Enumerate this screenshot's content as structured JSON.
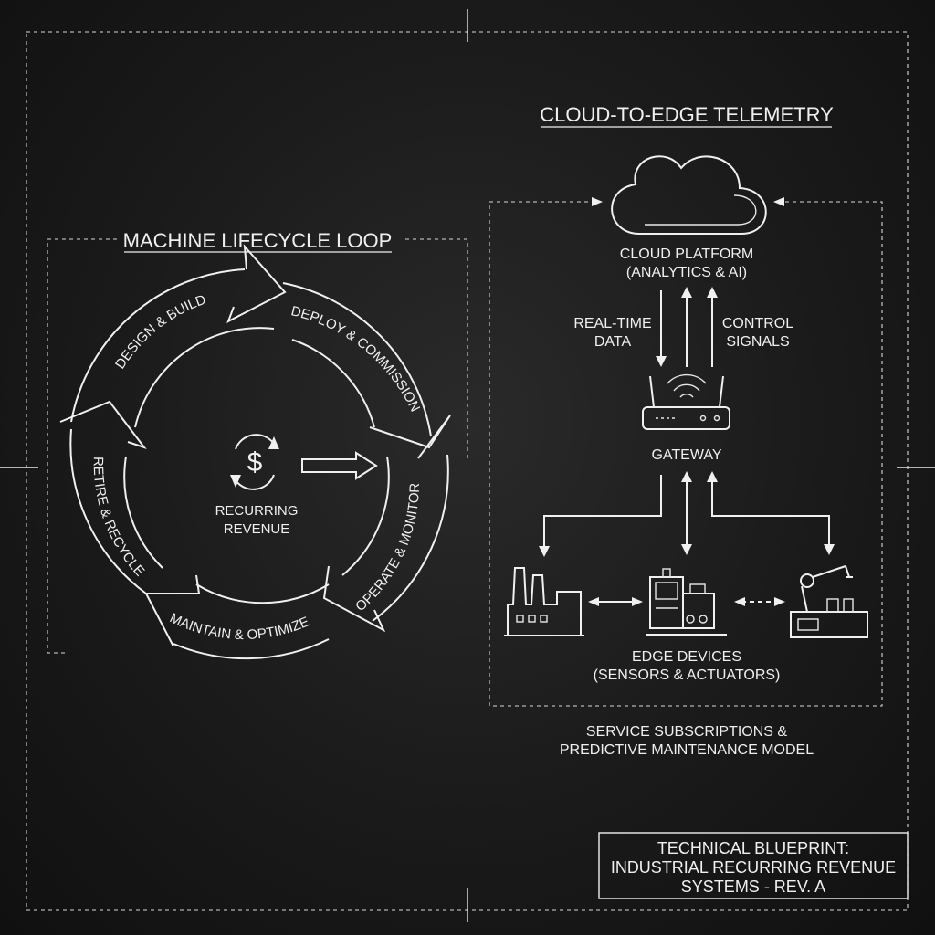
{
  "lifecycle": {
    "title": "MACHINE LIFECYCLE LOOP",
    "stages": [
      "DESIGN & BUILD",
      "DEPLOY & COMMISSION",
      "OPERATE & MONITOR",
      "MAINTAIN & OPTIMIZE",
      "RETIRE & RECYCLE"
    ],
    "center_line1": "RECURRING",
    "center_line2": "REVENUE",
    "center_icon": "dollar-cycle-icon"
  },
  "telemetry": {
    "title": "CLOUD-TO-EDGE TELEMETRY",
    "cloud_line1": "CLOUD PLATFORM",
    "cloud_line2": "(ANALYTICS & AI)",
    "realtime_line1": "REAL-TIME",
    "realtime_line2": "DATA",
    "control_line1": "CONTROL",
    "control_line2": "SIGNALS",
    "gateway": "GATEWAY",
    "edge_line1": "EDGE DEVICES",
    "edge_line2": "(SENSORS & ACTUATORS)",
    "device_icons": [
      "factory-icon",
      "machine-icon",
      "robot-arm-icon"
    ]
  },
  "subscriptions": {
    "line1": "SERVICE SUBSCRIPTIONS &",
    "line2": "PREDICTIVE MAINTENANCE MODEL"
  },
  "title_block": {
    "line1": "TECHNICAL BLUEPRINT:",
    "line2": "INDUSTRIAL RECURRING REVENUE",
    "line3": "SYSTEMS - REV. A"
  },
  "colors": {
    "background": "#1a1a1a",
    "line": "#f0f0f0"
  }
}
